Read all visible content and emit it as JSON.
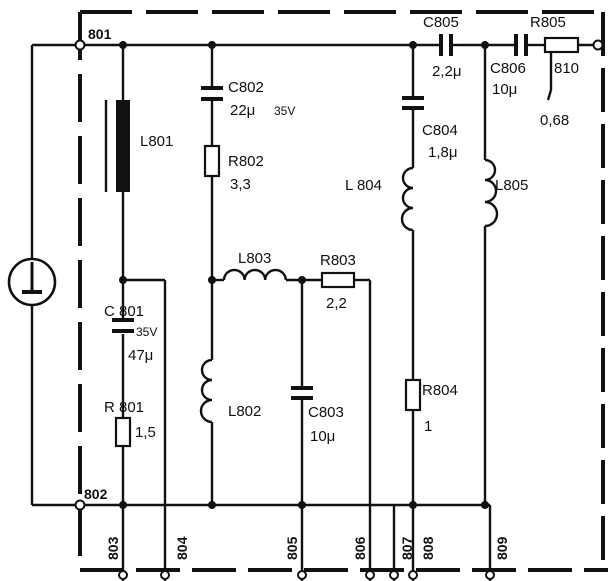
{
  "diagram": {
    "nodes": [
      "801",
      "802",
      "803",
      "804",
      "805",
      "806",
      "807",
      "808",
      "809"
    ],
    "components": {
      "L801": {
        "ref": "L801"
      },
      "C801": {
        "ref": "C 801",
        "voltage": "35V",
        "value": "47μ"
      },
      "R801": {
        "ref": "R 801",
        "value": "1,5"
      },
      "C802": {
        "ref": "C802",
        "value": "22μ",
        "voltage": "35V"
      },
      "R802": {
        "ref": "R802",
        "value": "3,3"
      },
      "L802": {
        "ref": "L802"
      },
      "L803": {
        "ref": "L803"
      },
      "R803": {
        "ref": "R803",
        "value": "2,2"
      },
      "C803": {
        "ref": "C803",
        "value": "10μ"
      },
      "C804": {
        "ref": "C804",
        "value": "1,8μ"
      },
      "L804": {
        "ref": "L 804"
      },
      "R804": {
        "ref": "R804",
        "value": "1"
      },
      "C805": {
        "ref": "C805",
        "value": "2,2μ"
      },
      "L805": {
        "ref": "L805"
      },
      "C806": {
        "ref": "C806",
        "value": "10μ"
      },
      "R805": {
        "ref": "R805",
        "value": "0,68",
        "pin": "810"
      }
    }
  }
}
